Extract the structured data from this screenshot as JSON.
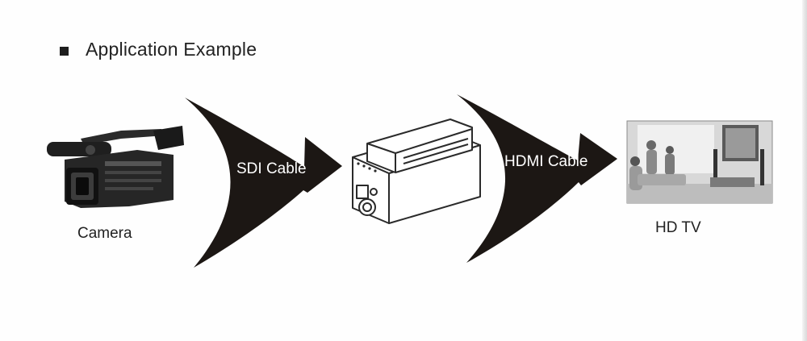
{
  "heading": {
    "title": "Application Example"
  },
  "nodes": {
    "camera": {
      "label": "Camera"
    },
    "converter": {
      "label": ""
    },
    "tv": {
      "label": "HD TV"
    }
  },
  "links": {
    "sdi": {
      "label": "SDI Cable"
    },
    "hdmi": {
      "label": "HDMI Cable"
    }
  },
  "icons": [
    "camcorder-icon",
    "converter-box-icon",
    "hdtv-photo-icon"
  ]
}
